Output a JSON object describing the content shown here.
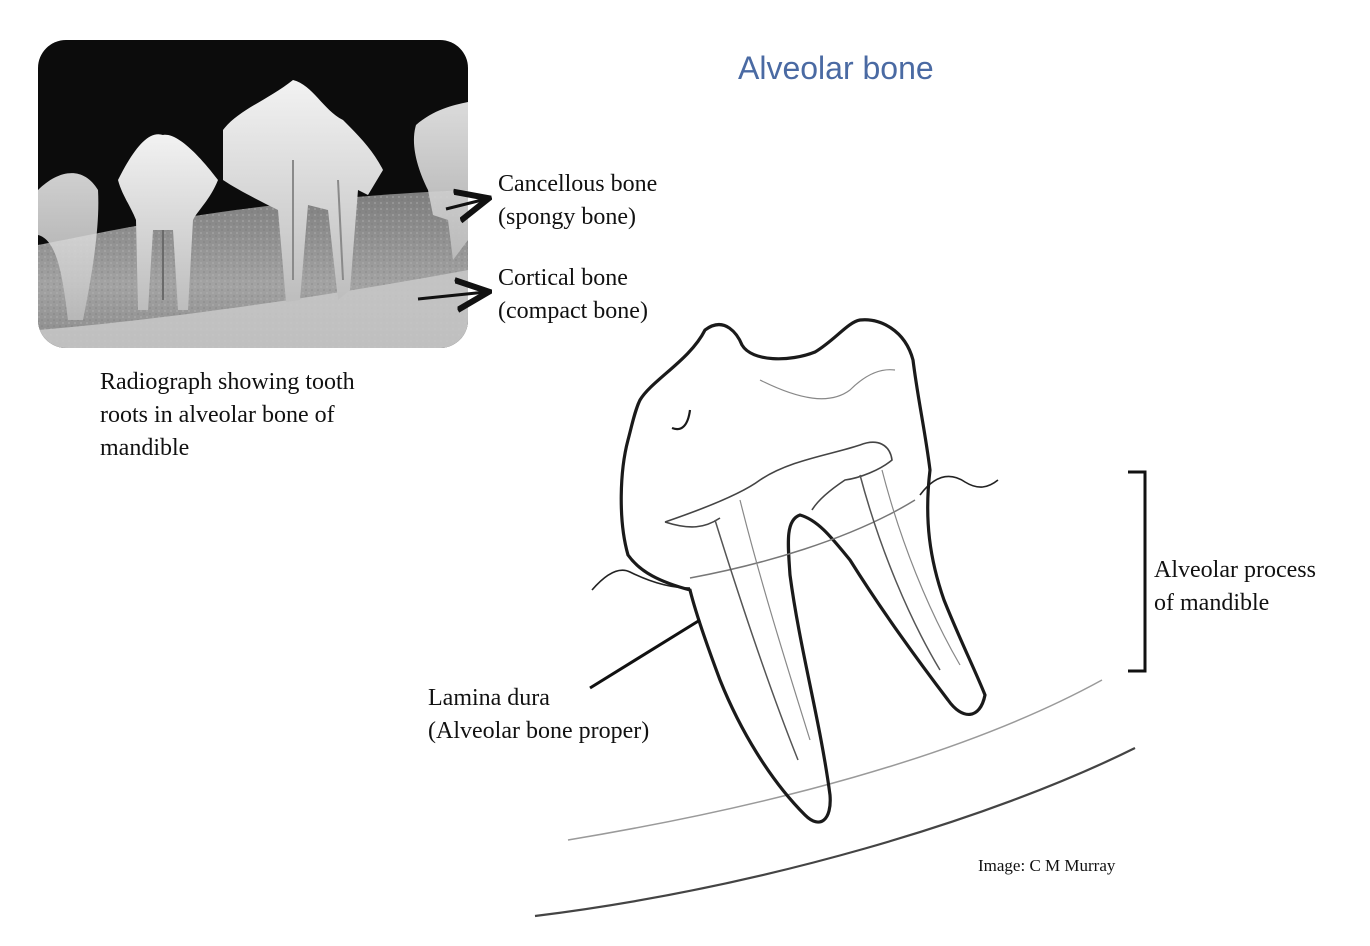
{
  "title": "Alveolar bone",
  "radiograph": {
    "caption": [
      "Radiograph showing tooth",
      "roots in alveolar bone of",
      "mandible"
    ],
    "labels": {
      "cancellous": [
        "Cancellous bone",
        "(spongy bone)"
      ],
      "cortical": [
        "Cortical bone",
        "(compact bone)"
      ]
    }
  },
  "drawing": {
    "labels": {
      "alveolar_process": [
        "Alveolar process",
        "of mandible"
      ],
      "lamina_dura": [
        "Lamina dura",
        "(Alveolar bone proper)"
      ]
    },
    "credit": "Image: C M Murray"
  },
  "colors": {
    "title": "#4a6aa3",
    "xray_dark": "#0c0c0c",
    "xray_bone": "#9a9a9a",
    "tooth_highlight": "#e6e6e6",
    "ink": "#111111"
  }
}
